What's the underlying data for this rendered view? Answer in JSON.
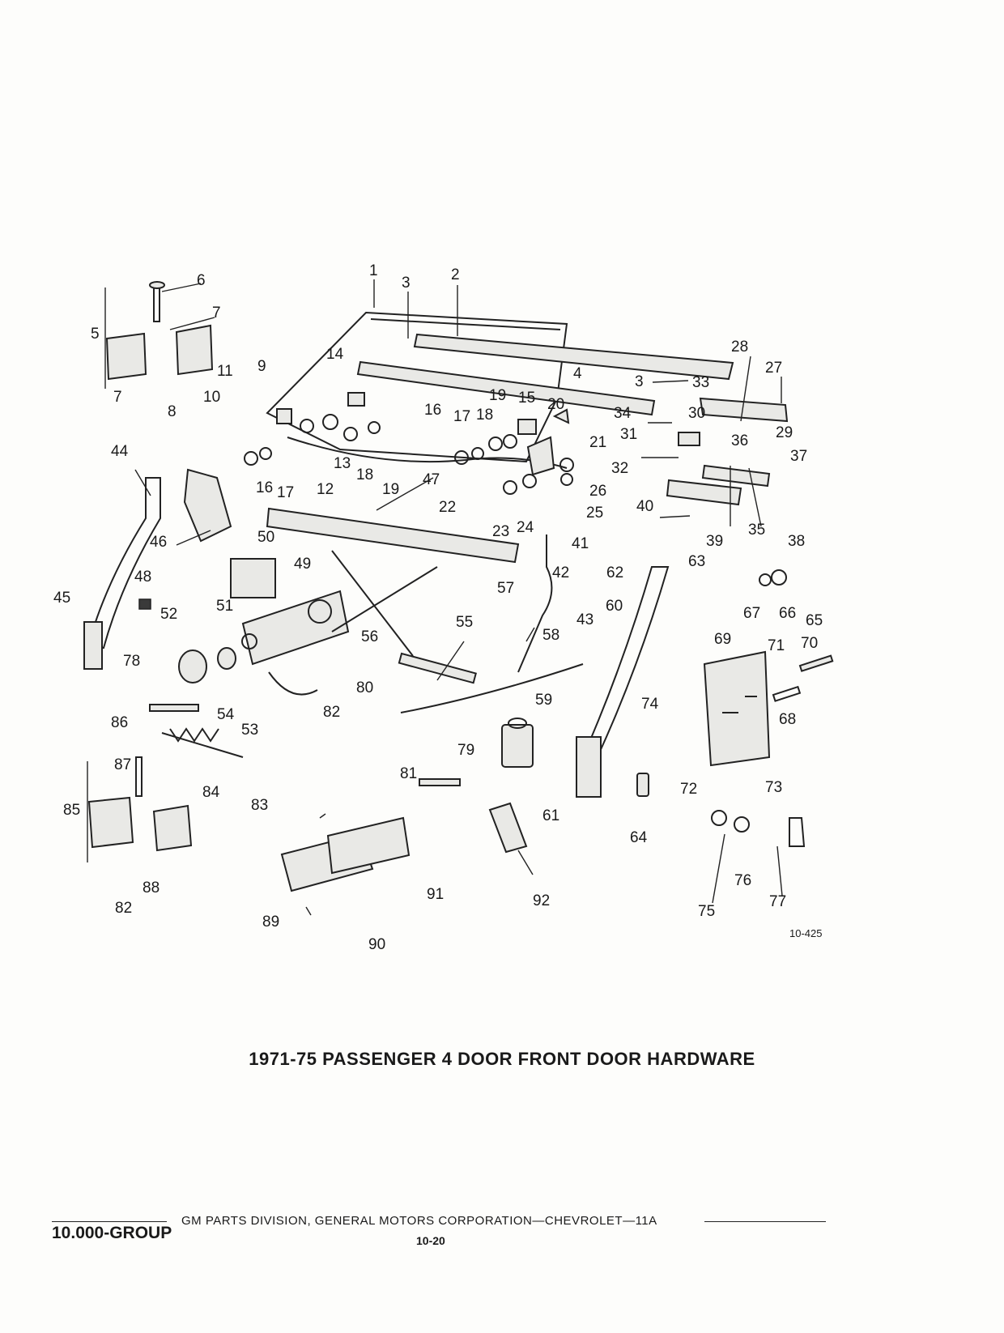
{
  "title": "1971-75 PASSENGER 4 DOOR FRONT DOOR HARDWARE",
  "figure_code": "10-425",
  "footer": {
    "publisher_line": "GM PARTS DIVISION, GENERAL MOTORS CORPORATION—CHEVROLET—11A",
    "group": "10.000-GROUP",
    "page": "10-20"
  },
  "callouts": [
    "1",
    "2",
    "3",
    "3",
    "4",
    "5",
    "6",
    "7",
    "7",
    "8",
    "9",
    "10",
    "11",
    "12",
    "13",
    "14",
    "15",
    "16",
    "16",
    "17",
    "17",
    "18",
    "18",
    "19",
    "19",
    "20",
    "21",
    "22",
    "23",
    "24",
    "25",
    "26",
    "27",
    "28",
    "29",
    "30",
    "31",
    "32",
    "33",
    "34",
    "35",
    "36",
    "37",
    "38",
    "39",
    "40",
    "41",
    "42",
    "43",
    "44",
    "45",
    "46",
    "47",
    "48",
    "49",
    "50",
    "51",
    "52",
    "53",
    "54",
    "55",
    "56",
    "57",
    "58",
    "59",
    "60",
    "61",
    "62",
    "63",
    "64",
    "65",
    "66",
    "67",
    "68",
    "69",
    "70",
    "71",
    "72",
    "73",
    "74",
    "75",
    "76",
    "77",
    "78",
    "79",
    "80",
    "81",
    "82",
    "82",
    "83",
    "84",
    "85",
    "86",
    "87",
    "88",
    "89",
    "90",
    "91",
    "92"
  ]
}
